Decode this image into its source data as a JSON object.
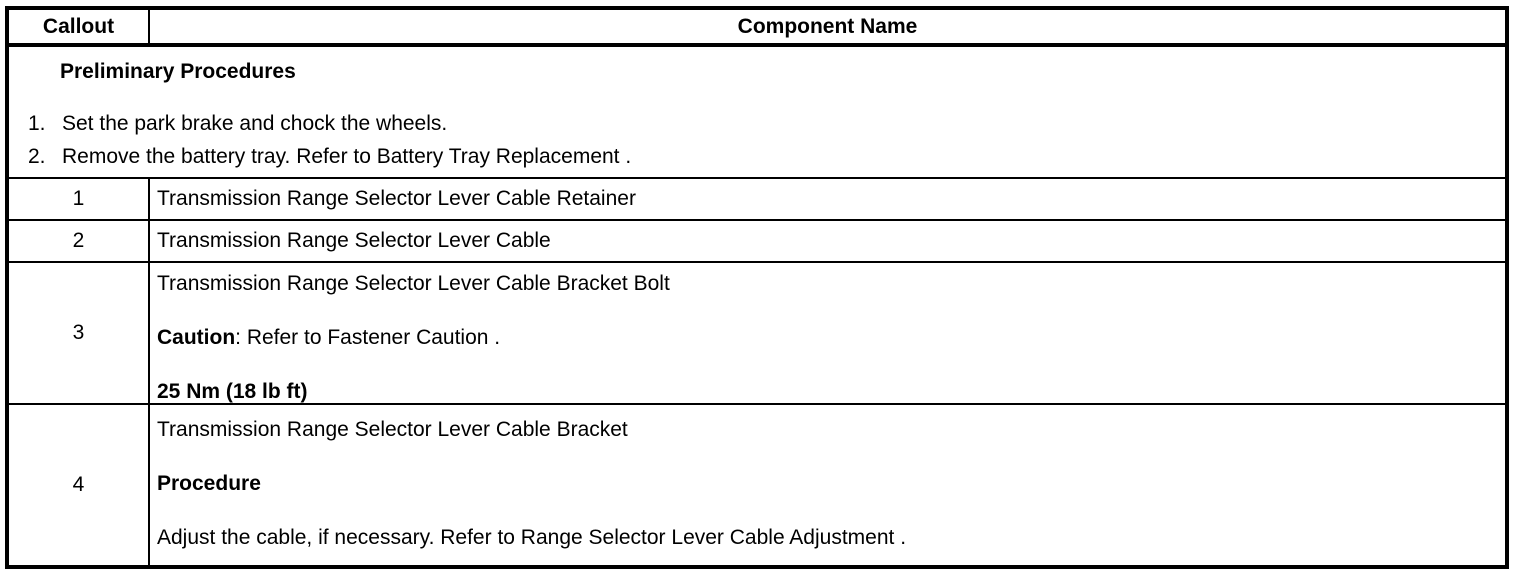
{
  "colors": {
    "background": "#ffffff",
    "border": "#000000",
    "text": "#000000"
  },
  "table": {
    "header": {
      "callout_label": "Callout",
      "component_label": "Component Name"
    },
    "preliminary": {
      "title": "Preliminary Procedures",
      "steps": [
        {
          "num": "1.",
          "text": "Set the park brake and chock the wheels."
        },
        {
          "num": "2.",
          "text": "Remove the battery tray. Refer to ",
          "link": "Battery Tray Replacement",
          "suffix": " ."
        }
      ]
    },
    "rows": [
      {
        "callout": "1",
        "component": "Transmission Range Selector Lever Cable Retainer"
      },
      {
        "callout": "2",
        "component": "Transmission Range Selector Lever Cable"
      },
      {
        "callout": "3",
        "component": "Transmission Range Selector Lever Cable Bracket Bolt",
        "caution_label": "Caution",
        "caution_prefix": ": Refer to ",
        "caution_link": "Fastener Caution",
        "caution_suffix": " .",
        "torque": "25 Nm (18 lb ft)"
      },
      {
        "callout": "4",
        "component": "Transmission Range Selector Lever Cable Bracket",
        "procedure_label": "Procedure",
        "procedure_prefix": "Adjust the cable, if necessary. Refer to ",
        "procedure_link": "Range Selector Lever Cable Adjustment",
        "procedure_suffix": " ."
      }
    ]
  }
}
